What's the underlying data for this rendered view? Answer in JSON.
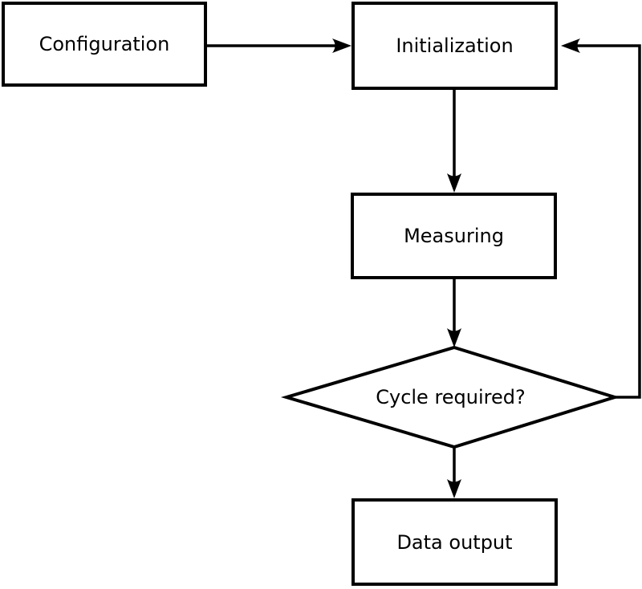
{
  "diagram": {
    "type": "flowchart",
    "colors": {
      "stroke": "#000000",
      "node_fill": "#ffffff",
      "text": "#000000",
      "background": "#ffffff"
    },
    "nodes": [
      {
        "id": "configuration",
        "label": "Configuration",
        "shape": "rectangle"
      },
      {
        "id": "initialization",
        "label": "Initialization",
        "shape": "rectangle"
      },
      {
        "id": "measuring",
        "label": "Measuring",
        "shape": "rectangle"
      },
      {
        "id": "cycle-required",
        "label": "Cycle required?",
        "shape": "diamond"
      },
      {
        "id": "data-output",
        "label": "Data output",
        "shape": "rectangle"
      }
    ],
    "edges": [
      {
        "from": "configuration",
        "to": "initialization",
        "style": "arrow-right"
      },
      {
        "from": "initialization",
        "to": "measuring",
        "style": "arrow-down"
      },
      {
        "from": "measuring",
        "to": "cycle-required",
        "style": "arrow-down"
      },
      {
        "from": "cycle-required",
        "to": "data-output",
        "style": "arrow-down"
      },
      {
        "from": "cycle-required",
        "to": "initialization",
        "style": "feedback-loop-right"
      }
    ]
  }
}
